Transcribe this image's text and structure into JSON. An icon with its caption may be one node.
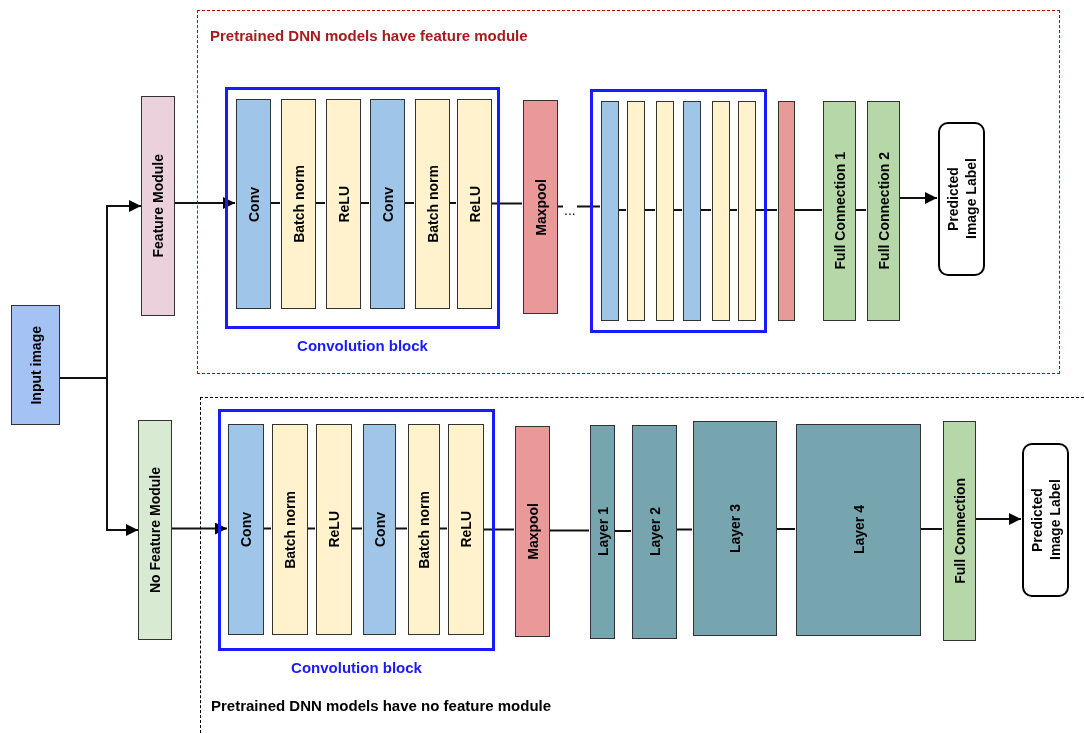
{
  "diagram": {
    "nodes": [
      {
        "text": [
          "Input image"
        ]
      },
      {
        "text": [
          "Feature Module"
        ]
      },
      {
        "text": [
          "Pretrained DNN models have feature module"
        ]
      },
      {
        "text": [
          "Convolution block"
        ],
        "in": 2
      },
      {
        "text": [
          "Conv"
        ],
        "in": 3
      },
      {
        "text": [
          "Batch norm"
        ],
        "in": 3
      },
      {
        "text": [
          "ReLU"
        ],
        "in": 3
      },
      {
        "text": [
          "Conv"
        ],
        "in": 3
      },
      {
        "text": [
          "Batch norm"
        ],
        "in": 3
      },
      {
        "text": [
          "ReLU"
        ],
        "in": 3
      },
      {
        "text": [
          "Maxpool"
        ],
        "in": 2
      },
      {
        "text": [],
        "shape": "box",
        "in": 2
      },
      {
        "text": [],
        "shape": "bar",
        "in": 11
      },
      {
        "text": [],
        "shape": "bar",
        "in": 11
      },
      {
        "text": [],
        "shape": "bar",
        "in": 11
      },
      {
        "text": [],
        "shape": "bar",
        "in": 11
      },
      {
        "text": [],
        "shape": "bar",
        "in": 11
      },
      {
        "text": [],
        "shape": "bar",
        "in": 11
      },
      {
        "text": [],
        "shape": "bar",
        "in": 2
      },
      {
        "text": [
          "Full Connection 1"
        ],
        "in": 2
      },
      {
        "text": [
          "Full Connection 2"
        ],
        "in": 2
      },
      {
        "text": [
          "Predicted Image Label"
        ],
        "in": 2
      },
      {
        "text": [
          "No Feature Module"
        ]
      },
      {
        "text": [
          "Pretrained DNN models have no feature module"
        ]
      },
      {
        "text": [
          "Convolution block"
        ],
        "in": 23
      },
      {
        "text": [
          "Conv"
        ],
        "in": 24
      },
      {
        "text": [
          "Batch norm"
        ],
        "in": 24
      },
      {
        "text": [
          "ReLU"
        ],
        "in": 24
      },
      {
        "text": [
          "Conv"
        ],
        "in": 24
      },
      {
        "text": [
          "Batch norm"
        ],
        "in": 24
      },
      {
        "text": [
          "ReLU"
        ],
        "in": 24
      },
      {
        "text": [
          "Maxpool"
        ],
        "in": 23
      },
      {
        "text": [
          "Layer 1"
        ],
        "in": 23
      },
      {
        "text": [
          "Layer 2"
        ],
        "in": 23
      },
      {
        "text": [
          "Layer 3"
        ],
        "in": 23
      },
      {
        "text": [
          "Layer 4"
        ],
        "in": 23
      },
      {
        "text": [
          "Full Connection"
        ],
        "in": 23
      },
      {
        "text": [
          "Predicted Image Label"
        ],
        "in": 23
      }
    ],
    "edges": [
      {
        "from": 0,
        "to": 1,
        "arrow": "to"
      },
      {
        "from": 0,
        "to": 22,
        "arrow": "to"
      },
      {
        "from": 1,
        "to": 4,
        "arrow": "to"
      },
      {
        "from": 4,
        "to": 5,
        "arrow": "none"
      },
      {
        "from": 5,
        "to": 6,
        "arrow": "none"
      },
      {
        "from": 6,
        "to": 7,
        "arrow": "none"
      },
      {
        "from": 7,
        "to": 8,
        "arrow": "none"
      },
      {
        "from": 8,
        "to": 9,
        "arrow": "none"
      },
      {
        "from": 9,
        "to": 10,
        "arrow": "none"
      },
      {
        "from": 10,
        "to": 12,
        "arrow": "none"
      },
      {
        "from": 12,
        "to": 13,
        "arrow": "none"
      },
      {
        "from": 13,
        "to": 14,
        "arrow": "none"
      },
      {
        "from": 14,
        "to": 15,
        "arrow": "none"
      },
      {
        "from": 15,
        "to": 16,
        "arrow": "none"
      },
      {
        "from": 16,
        "to": 17,
        "arrow": "none"
      },
      {
        "from": 17,
        "to": 18,
        "arrow": "none"
      },
      {
        "from": 18,
        "to": 19,
        "arrow": "none"
      },
      {
        "from": 19,
        "to": 20,
        "arrow": "none"
      },
      {
        "from": 20,
        "to": 21,
        "arrow": "to"
      },
      {
        "from": 22,
        "to": 25,
        "arrow": "to"
      },
      {
        "from": 25,
        "to": 26,
        "arrow": "none"
      },
      {
        "from": 26,
        "to": 27,
        "arrow": "none"
      },
      {
        "from": 27,
        "to": 28,
        "arrow": "none"
      },
      {
        "from": 28,
        "to": 29,
        "arrow": "none"
      },
      {
        "from": 29,
        "to": 30,
        "arrow": "none"
      },
      {
        "from": 30,
        "to": 31,
        "arrow": "none"
      },
      {
        "from": 31,
        "to": 32,
        "arrow": "none"
      },
      {
        "from": 32,
        "to": 33,
        "arrow": "none"
      },
      {
        "from": 33,
        "to": 34,
        "arrow": "none"
      },
      {
        "from": 34,
        "to": 35,
        "arrow": "none"
      },
      {
        "from": 35,
        "to": 36,
        "arrow": "none"
      },
      {
        "from": 36,
        "to": 37,
        "arrow": "to"
      }
    ],
    "labels": [
      "..."
    ]
  }
}
